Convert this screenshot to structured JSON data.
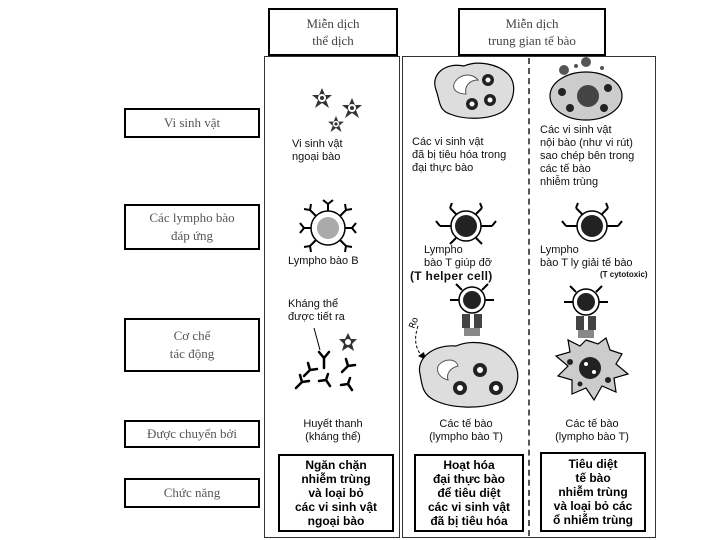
{
  "headers": {
    "humoral": "Miễn dịch\nthể dịch",
    "cell_mediated": "Miễn dịch\ntrung gian tế bào"
  },
  "row_labels": {
    "microbes": "Vi sinh vật",
    "lymphocytes": "Các lympho bào\nđáp ứng",
    "mechanism": "Cơ chế\ntác động",
    "transferred": "Được chuyển bởi",
    "function": "Chức năng"
  },
  "humoral": {
    "microbe_caption": "Vi sinh vật\nngoại bào",
    "cell_caption": "Lympho bào B",
    "antibody_caption": "Kháng thể\nđược tiết ra",
    "transfer_caption": "Huyết thanh\n(kháng thể)",
    "function_text": "Ngăn chặn\nnhiễm trùng\nvà loại bỏ\ncác vi sinh vật\nngoại bào"
  },
  "helper": {
    "microbe_caption": "Các vi sinh vật\nđã bị tiêu hóa trong\nđại thực bào",
    "cell_caption": "Lympho\nbào T giúp đỡ",
    "cell_caption_en": "(T helper cell)",
    "transfer_caption": "Các tế bào\n(lympho bào T)",
    "function_text": "Hoạt hóa\nđại thực bào\nđể tiêu diệt\ncác vi sinh vật\nđã bị tiêu hóa"
  },
  "cytotoxic": {
    "microbe_caption": "Các vi sinh vật\nnội bào (như vi rút)\nsao chép bên trong\ncác tế bào\nnhiễm trùng",
    "cell_caption": "Lympho\nbào T ly giải tế bào",
    "cell_caption_en": "(T cytotoxic)",
    "transfer_caption": "Các tế bào\n(lympho bào T)",
    "function_text": "Tiêu diệt\ntế bào\nnhiễm trùng\nvà loại bỏ các\nổ nhiễm trùng"
  }
}
